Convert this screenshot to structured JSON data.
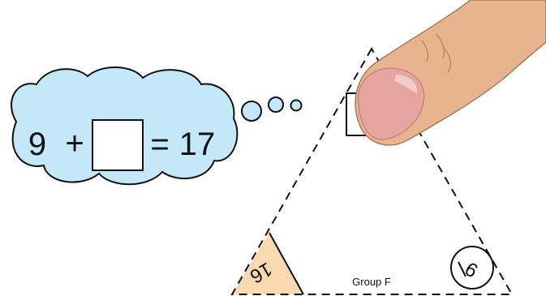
{
  "colors": {
    "cloud_fill": "#c5e8f8",
    "outline": "#111111",
    "corner_fill": "#f9d9b0",
    "skin": "#e8b38f",
    "nail": "#e5a5a0"
  },
  "cloud": {
    "left_operand": "9",
    "plus": "+",
    "equals": "=",
    "result": "17"
  },
  "triangle": {
    "left_corner_number": "16",
    "right_corner_number": "9",
    "group_label": "Group F"
  },
  "icons": [
    "thought-bubble-icon",
    "finger-icon"
  ]
}
